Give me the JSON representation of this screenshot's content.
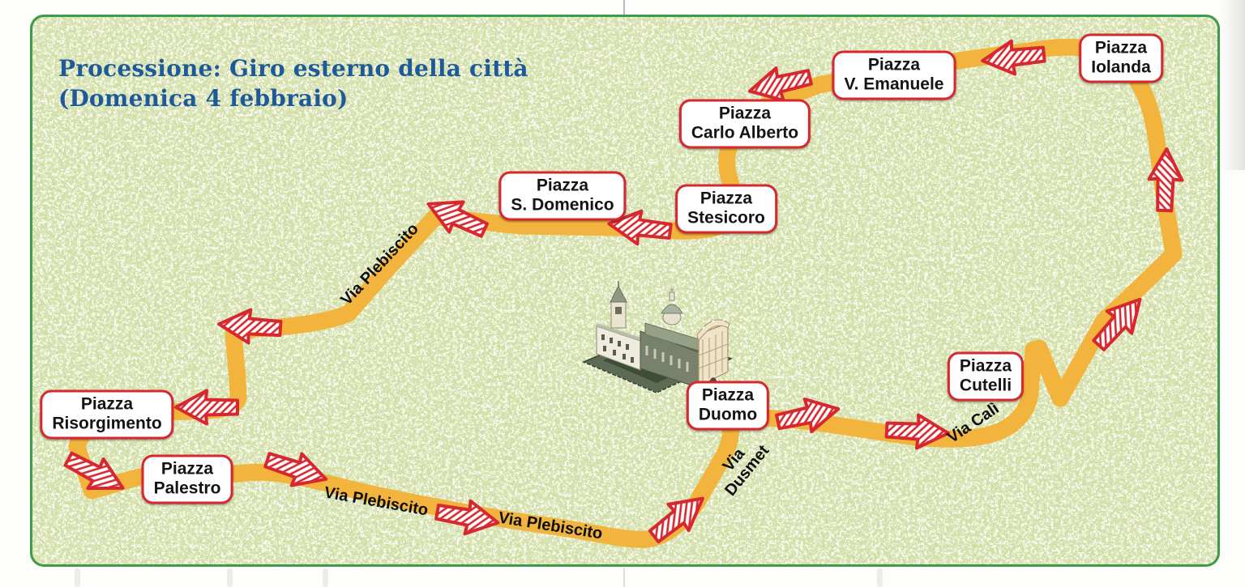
{
  "title": {
    "line1": "Processione: Giro esterno della città",
    "line2": "(Domenica 4 febbraio)"
  },
  "map": {
    "piazza_labels": [
      {
        "id": "piazza-iolanda",
        "line1": "Piazza",
        "line2": "Iolanda"
      },
      {
        "id": "piazza-v-emanuele",
        "line1": "Piazza",
        "line2": "V. Emanuele"
      },
      {
        "id": "piazza-carlo-alberto",
        "line1": "Piazza",
        "line2": "Carlo Alberto"
      },
      {
        "id": "piazza-stesicoro",
        "line1": "Piazza",
        "line2": "Stesicoro"
      },
      {
        "id": "piazza-s-domenico",
        "line1": "Piazza",
        "line2": "S. Domenico"
      },
      {
        "id": "piazza-risorgimento",
        "line1": "Piazza",
        "line2": "Risorgimento"
      },
      {
        "id": "piazza-palestro",
        "line1": "Piazza",
        "line2": "Palestro"
      },
      {
        "id": "piazza-duomo",
        "line1": "Piazza",
        "line2": "Duomo"
      },
      {
        "id": "piazza-cutelli",
        "line1": "Piazza",
        "line2": "Cutelli"
      }
    ],
    "street_labels": [
      {
        "id": "via-plebiscito-upper",
        "text": "Via Plebiscito"
      },
      {
        "id": "via-plebiscito-lower-1",
        "text": "Via Plebiscito"
      },
      {
        "id": "via-plebiscito-lower-2",
        "text": "Via Plebiscito"
      },
      {
        "id": "via-dusmet",
        "line1": "Via",
        "line2": "Dusmet"
      },
      {
        "id": "via-cali",
        "text": "Via Calì"
      }
    ],
    "landmark": {
      "icon": "cathedral-icon"
    },
    "direction_marker": {
      "icon": "striped-arrow-icon",
      "count": 14
    }
  },
  "colors": {
    "route_orange": "#f2b43d",
    "arrow_red": "#d7282f",
    "label_border_red": "#d7282f",
    "title_blue": "#1e5a9a",
    "border_green": "#3f9a4c",
    "speckle_green": "#dbe5b4",
    "speckle_green_dark": "#ccdaa0",
    "map_bg": "#f8faee",
    "page_bg": "#fdfdfc"
  }
}
